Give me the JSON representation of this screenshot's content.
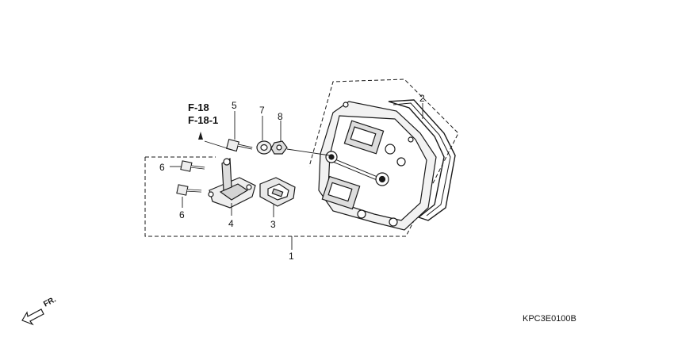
{
  "diagram": {
    "references": [
      "F-18",
      "F-18-1"
    ],
    "callouts": {
      "p1": "1",
      "p2": "2",
      "p3": "3",
      "p4": "4",
      "p5": "5",
      "p6a": "6",
      "p6b": "6",
      "p7": "7",
      "p8": "8"
    },
    "front_label": "FR.",
    "drawing_code": "KPC3E0100B",
    "colors": {
      "line": "#1a1a1a",
      "fill_light": "#eeeeee",
      "fill_mid": "#cfcfcf",
      "background": "#ffffff"
    }
  }
}
